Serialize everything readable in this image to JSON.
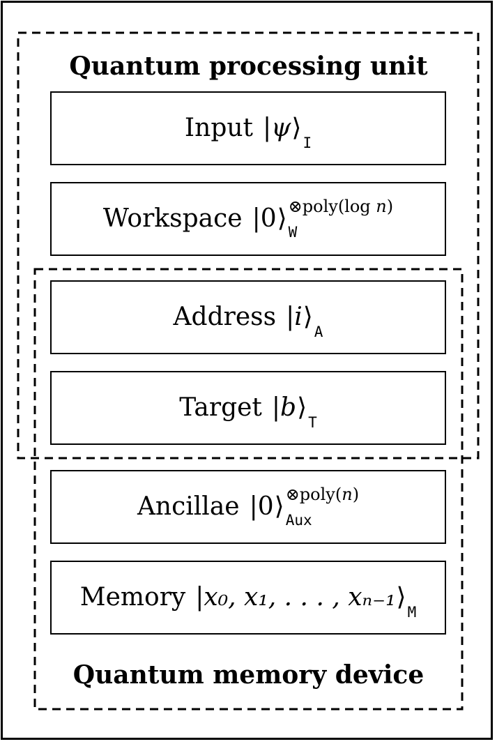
{
  "diagram": {
    "qpu_title": "Quantum processing unit",
    "qmd_title": "Quantum memory device",
    "input": {
      "label": "Input",
      "symbol": "ψ",
      "subscript": "I"
    },
    "workspace": {
      "label": "Workspace",
      "symbol": "0",
      "subscript": "W",
      "sup_prefix": "⊗poly(log ",
      "sup_var": "n",
      "sup_suffix": ")"
    },
    "address": {
      "label": "Address",
      "symbol": "i",
      "subscript": "A"
    },
    "target": {
      "label": "Target",
      "symbol": "b",
      "subscript": "T"
    },
    "ancillae": {
      "label": "Ancillae",
      "symbol": "0",
      "subscript": "Aux",
      "sup_prefix": "⊗poly(",
      "sup_var": "n",
      "sup_suffix": ")"
    },
    "memory": {
      "label": "Memory",
      "content": "x₀, x₁, . . . , xₙ₋₁",
      "subscript": "M"
    }
  }
}
